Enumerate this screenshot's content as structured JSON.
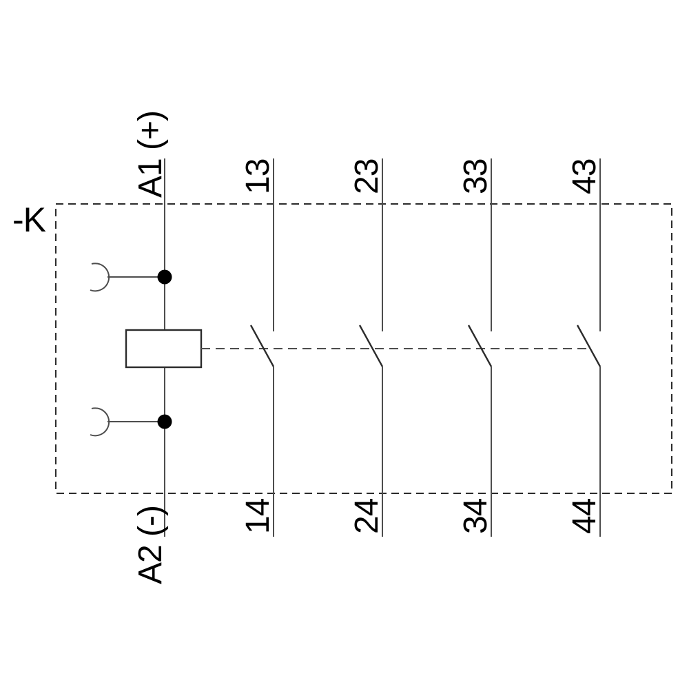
{
  "diagram": {
    "device_label": "-K",
    "coil": {
      "top_terminal_label": "A1 (+)",
      "bottom_terminal_label": "A2 (-)"
    },
    "contacts": [
      {
        "top_label": "13",
        "bottom_label": "14"
      },
      {
        "top_label": "23",
        "bottom_label": "24"
      },
      {
        "top_label": "33",
        "bottom_label": "34"
      },
      {
        "top_label": "43",
        "bottom_label": "44"
      }
    ],
    "symbols": {
      "boundary": "dashed-device-boundary",
      "coil": "coil-rectangle-symbol",
      "terminal_connector": "socket-arc-symbol",
      "junction": "junction-dot",
      "contact_type": "normally-open-contact",
      "actuation": "dashed-mechanical-link"
    },
    "colors": {
      "background": "#ffffff",
      "wire": "#4d4d4d",
      "outline": "#2b2b2b",
      "text": "#000000"
    }
  }
}
